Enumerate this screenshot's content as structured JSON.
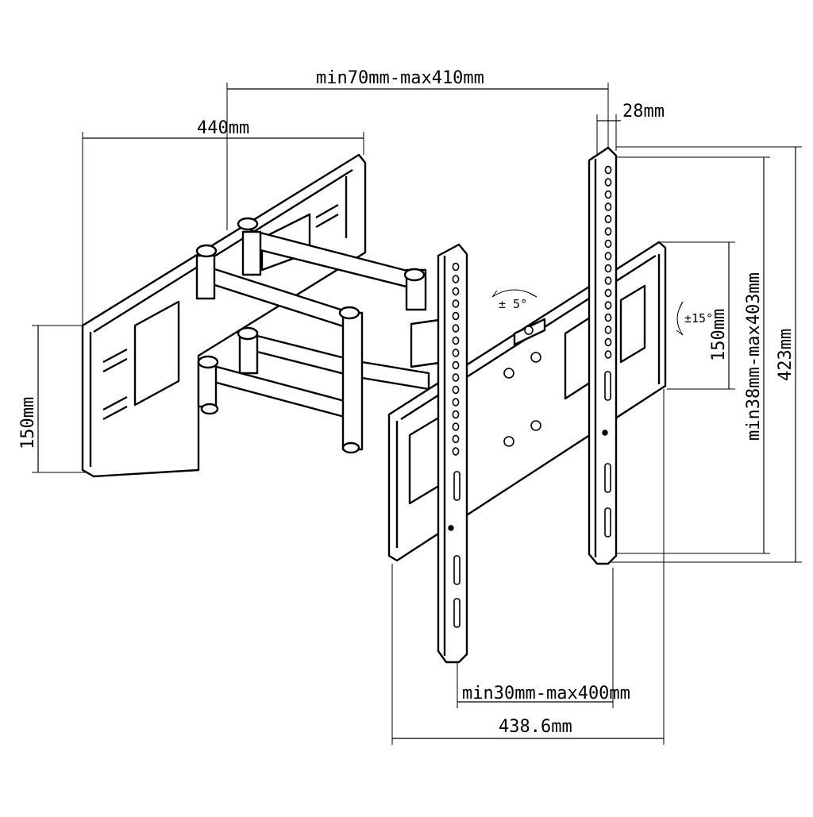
{
  "dimensions": {
    "arm_extension": "min70mm-max410mm",
    "wall_plate_width": "440mm",
    "profile_depth": "28mm",
    "wall_plate_hole_spacing": "150mm",
    "tv_plate_hole_spacing": "150mm",
    "vertical_hole_spacing": "min38mm-max403mm",
    "rail_height": "423mm",
    "horizontal_hole_spacing": "min30mm-max400mm",
    "tv_plate_width": "438.6mm"
  },
  "angles": {
    "tilt": "± 5°",
    "swivel": "±15°"
  }
}
